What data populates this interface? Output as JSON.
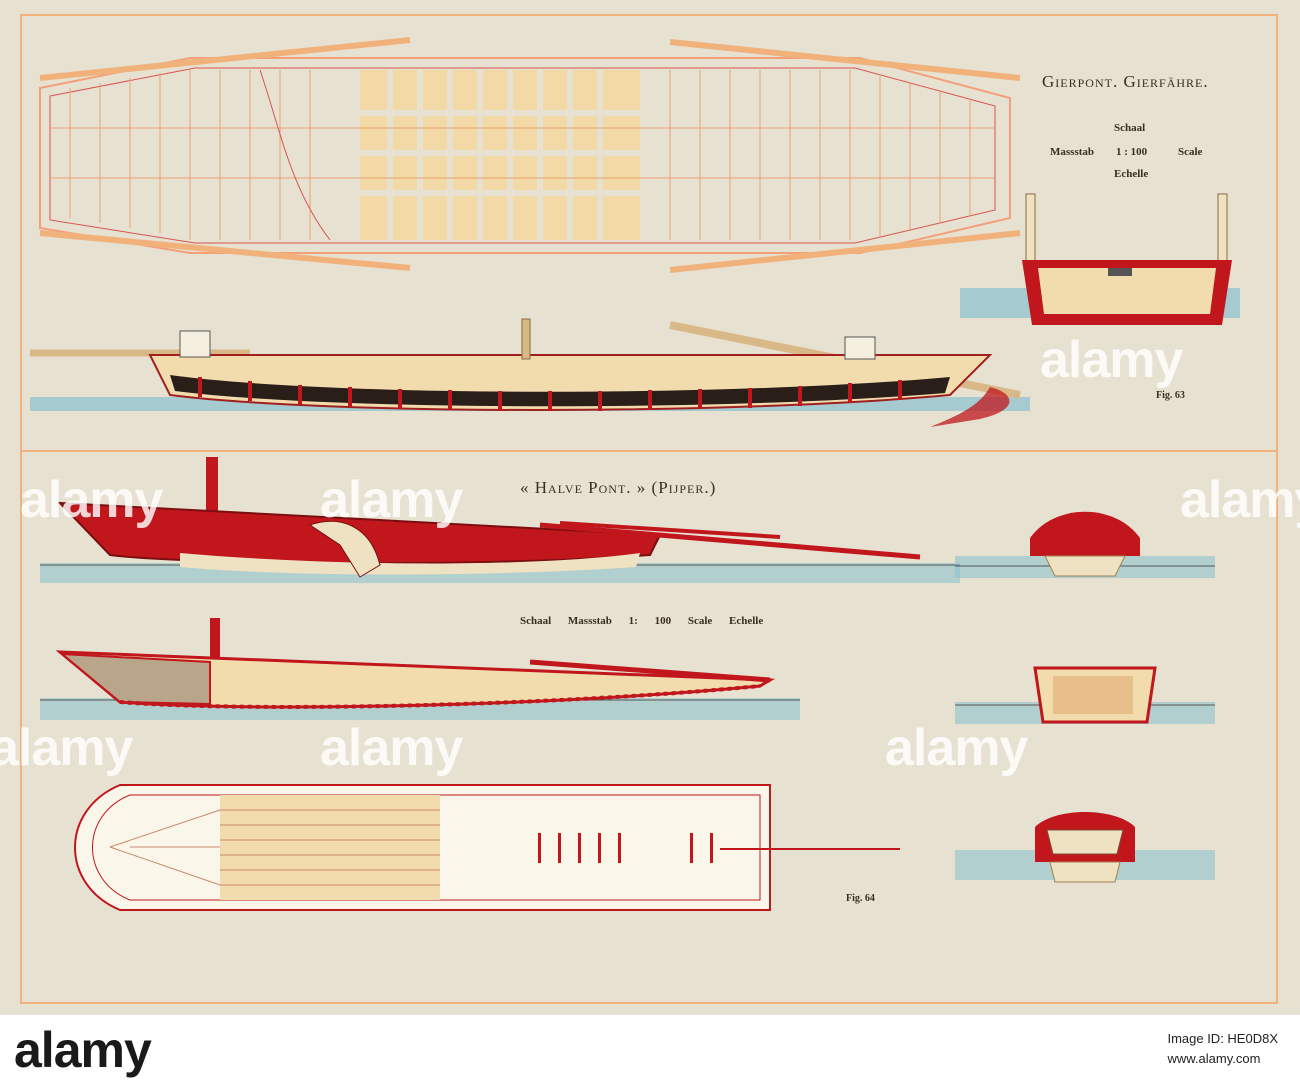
{
  "plate": {
    "top_title": "Gierpont. Gierfähre.",
    "top_scale": {
      "line1": "Schaal",
      "line2_left": "Massstab",
      "line2_mid": "1 : 100",
      "line2_right": "Scale",
      "line3": "Echelle"
    },
    "top_fig": "Fig. 63",
    "bottom_title": "« Halve Pont. » (Pijper.)",
    "bottom_scale": "Schaal Massstab 1: 100 Scale Echelle",
    "bottom_fig": "Fig. 64"
  },
  "watermark": "alamy",
  "footer": {
    "logo": "alamy",
    "image_id_label": "Image ID: HE0D8X",
    "site": "www.alamy.com"
  },
  "colors": {
    "paper": "#e7e1d1",
    "red": "#c0161c",
    "cream": "#f0d9a8",
    "water": "#8fc3cf",
    "frame": "#f0b27a"
  }
}
